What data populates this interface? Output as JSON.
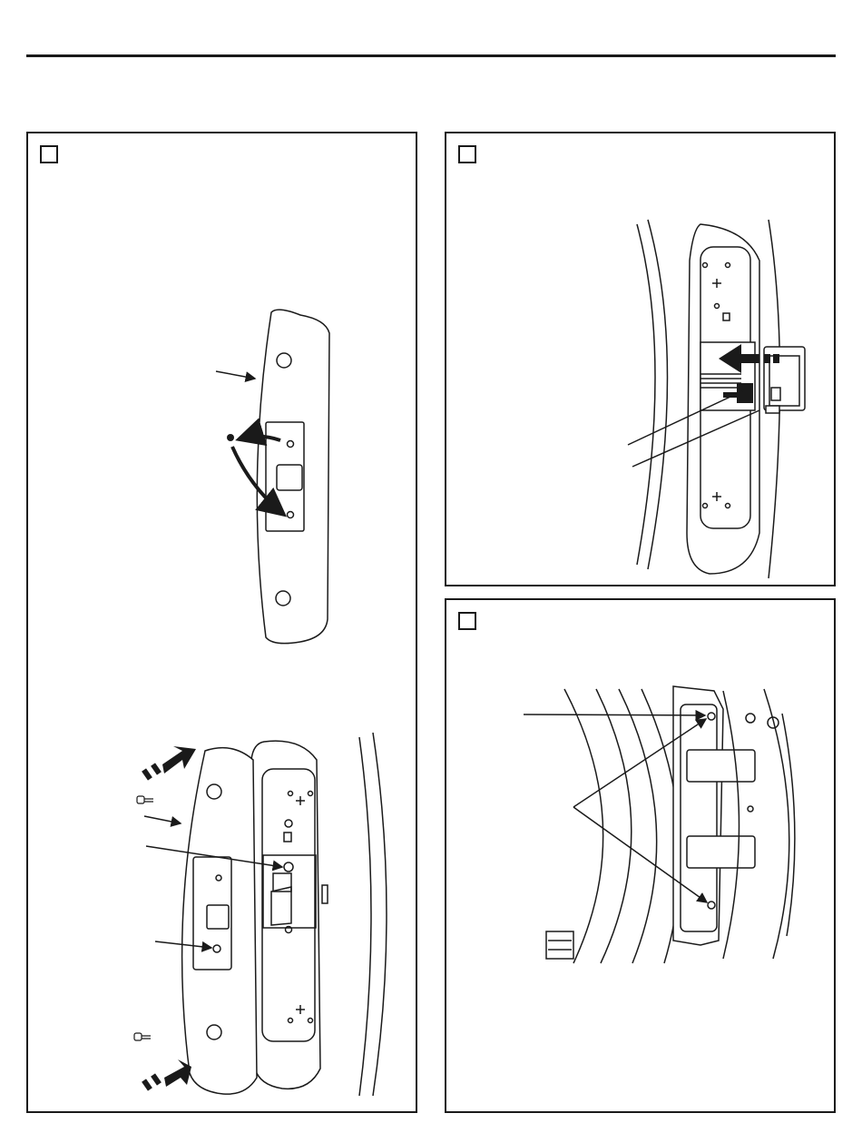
{
  "page": {
    "steps": [
      {
        "id": "left",
        "number": ""
      },
      {
        "id": "top-right",
        "number": ""
      },
      {
        "id": "bottom-right",
        "number": ""
      }
    ]
  }
}
